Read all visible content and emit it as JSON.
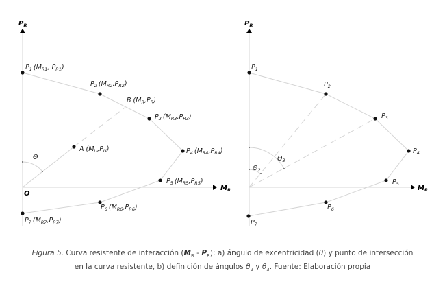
{
  "diagram": {
    "panel_a": {
      "y_axis_label": "P",
      "y_axis_sub": "R",
      "x_axis_label": "M",
      "x_axis_sub": "R",
      "origin_label": "O",
      "angle_label": "Θ",
      "points": [
        {
          "id": "P1",
          "name": "P",
          "idx": "1",
          "coords": "(M",
          "m": "R1",
          "sep": ", P",
          "p": "R1",
          "close": ")"
        },
        {
          "id": "P2",
          "name": "P",
          "idx": "2",
          "coords": "(M",
          "m": "R2",
          "sep": ",P",
          "p": "R2",
          "close": ")"
        },
        {
          "id": "P3",
          "name": "P",
          "idx": "3",
          "coords": "(M",
          "m": "R3",
          "sep": ",P",
          "p": "R3",
          "close": ")"
        },
        {
          "id": "P4",
          "name": "P",
          "idx": "4",
          "coords": "(M",
          "m": "R4",
          "sep": ",P",
          "p": "R4",
          "close": ")"
        },
        {
          "id": "P5",
          "name": "P",
          "idx": "5",
          "coords": "(M",
          "m": "R5",
          "sep": ",P",
          "p": "R5",
          "close": ")"
        },
        {
          "id": "P6",
          "name": "P",
          "idx": "6",
          "coords": "(M",
          "m": "R6",
          "sep": ",P",
          "p": "R6",
          "close": ")"
        },
        {
          "id": "P7",
          "name": "P",
          "idx": "7",
          "coords": "(M",
          "m": "R7",
          "sep": ",P",
          "p": "R7",
          "close": ")"
        }
      ],
      "point_a": {
        "name": "A",
        "coords": "(M",
        "m": "U",
        "sep": ",P",
        "p": "U",
        "close": ")"
      },
      "point_b": {
        "name": "B",
        "coords": "(M",
        "m": "R",
        "sep": ",P",
        "p": "R",
        "close": ")"
      }
    },
    "panel_b": {
      "y_axis_label": "P",
      "y_axis_sub": "R",
      "x_axis_label": "M",
      "x_axis_sub": "R",
      "angle2_label": "Θ",
      "angle2_sub": "2",
      "angle3_label": "Θ",
      "angle3_sub": "3",
      "points": [
        {
          "name": "P",
          "idx": "1"
        },
        {
          "name": "P",
          "idx": "2"
        },
        {
          "name": "P",
          "idx": "3"
        },
        {
          "name": "P",
          "idx": "4"
        },
        {
          "name": "P",
          "idx": "5"
        },
        {
          "name": "P",
          "idx": "6"
        },
        {
          "name": "P",
          "idx": "7"
        }
      ]
    }
  },
  "caption": {
    "fig_label": "Figura 5.",
    "line1_a": " Curva resistente de interacción (",
    "mr": "M",
    "mr_sub": "R",
    "dash": " - ",
    "pr": "P",
    "pr_sub": "R",
    "line1_b": "): a) ángulo de excentricidad (",
    "theta": "θ",
    "line1_c": ") y punto de intersección",
    "line2_a": "en la curva resistente, b) definición de ángulos ",
    "theta2": "θ",
    "theta2_sub": "2",
    "y": " y ",
    "theta3": "θ",
    "theta3_sub": "3",
    "line2_b": ". Fuente: Elaboración propia"
  }
}
